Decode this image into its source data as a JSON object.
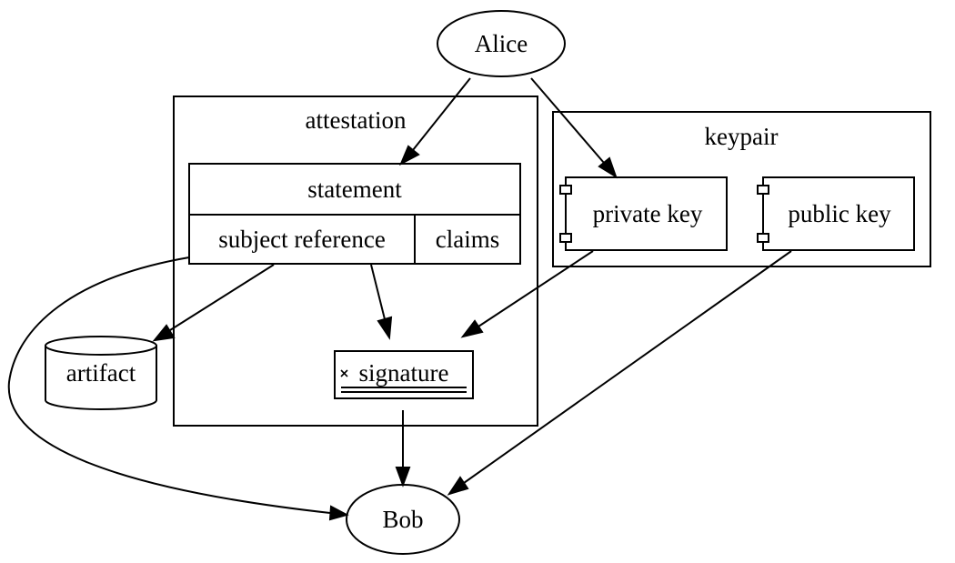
{
  "nodes": {
    "alice": "Alice",
    "bob": "Bob",
    "artifact": "artifact",
    "signature": "signature",
    "statement": "statement",
    "subject_reference": "subject reference",
    "claims": "claims",
    "private_key": "private key",
    "public_key": "public key"
  },
  "clusters": {
    "attestation": "attestation",
    "keypair": "keypair"
  },
  "edges": [
    {
      "from": "Alice",
      "to": "statement"
    },
    {
      "from": "Alice",
      "to": "private key"
    },
    {
      "from": "subject reference",
      "to": "artifact"
    },
    {
      "from": "subject reference",
      "to": "signature"
    },
    {
      "from": "subject reference",
      "to": "Bob"
    },
    {
      "from": "private key",
      "to": "signature"
    },
    {
      "from": "public key",
      "to": "Bob"
    },
    {
      "from": "signature",
      "to": "Bob"
    }
  ]
}
